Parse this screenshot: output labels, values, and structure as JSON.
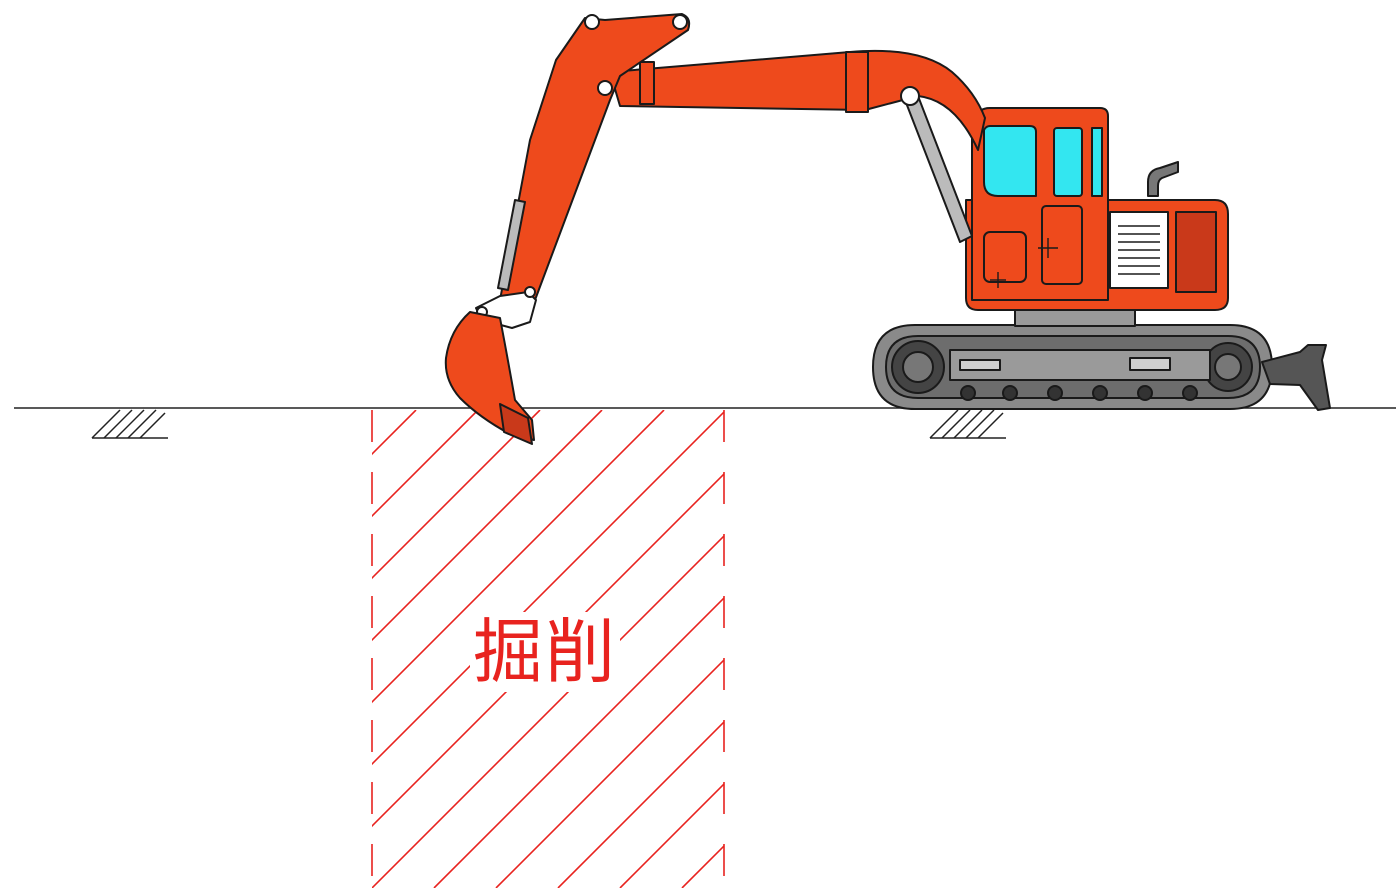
{
  "diagram": {
    "excavation_label": "掘削",
    "colors": {
      "machine_body": "#ee4a1c",
      "machine_dark": "#c9391a",
      "outline": "#1a1a1a",
      "glass": "#33e6f0",
      "track": "#8a8a8a",
      "track_dark": "#555555",
      "hatch": "#e8231f",
      "ground": "#222222"
    },
    "elements": {
      "excavator": "excavator",
      "ground_line": "ground-line",
      "excavation_area": "excavation-area",
      "ground_symbols": [
        "ground-hatch-symbol",
        "ground-hatch-symbol"
      ]
    }
  }
}
